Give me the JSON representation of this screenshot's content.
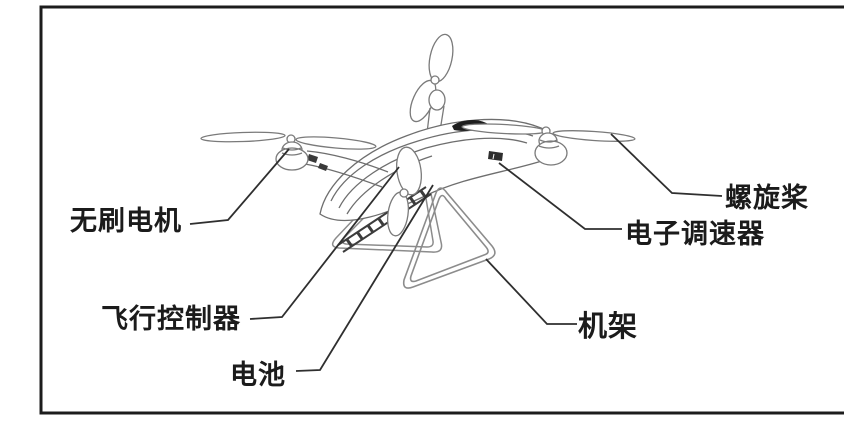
{
  "diagram": {
    "subject": "quadcopter-drone-line-art",
    "labels": [
      {
        "part": "brushless-motor",
        "text": "无刷电机"
      },
      {
        "part": "flight-controller",
        "text": "飞行控制器"
      },
      {
        "part": "battery",
        "text": "电池"
      },
      {
        "part": "frame",
        "text": "机架"
      },
      {
        "part": "electronic-speed-controller",
        "text": "电子调速器"
      },
      {
        "part": "propeller",
        "text": "螺旋桨"
      }
    ]
  },
  "colors": {
    "ink": "#2b2b2b",
    "sketch": "#6e6e6e",
    "skid": "#8c8c8c",
    "background": "#ffffff"
  }
}
